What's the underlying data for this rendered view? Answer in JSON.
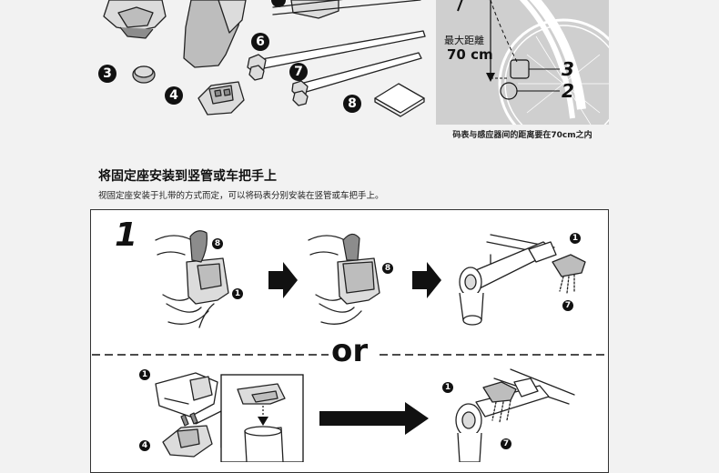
{
  "parts": {
    "n3": "3",
    "n4": "4",
    "n6": "6",
    "n7": "7",
    "n8": "8"
  },
  "distance_panel": {
    "max_label": "最大距離",
    "max_value": "70 cm",
    "marker_3": "3",
    "marker_2": "2",
    "caption": "码表与感应器间的距离要在70cm之内"
  },
  "section": {
    "heading": "将固定座安装到竖管或车把手上",
    "description": "视固定座安装于扎带的方式而定，可以将码表分别安装在竖管或车把手上。"
  },
  "figure": {
    "step": "1",
    "or_label": "or",
    "callout_1": "1",
    "callout_4": "4",
    "callout_7": "7",
    "callout_8": "8"
  }
}
